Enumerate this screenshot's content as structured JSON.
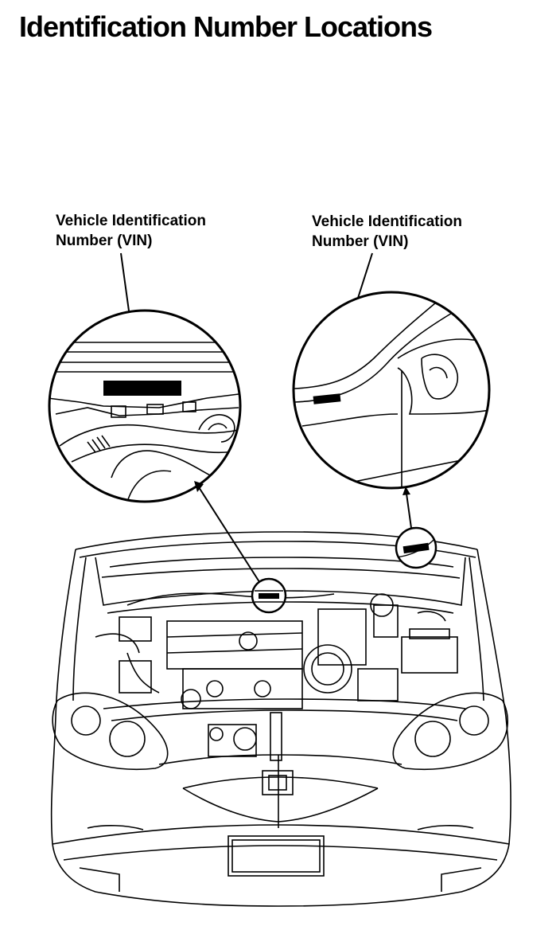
{
  "page": {
    "title": "Identification Number Locations"
  },
  "callouts": [
    {
      "line1": "Vehicle Identification",
      "line2": "Number (VIN)"
    },
    {
      "line1": "Vehicle Identification",
      "line2": "Number (VIN)"
    }
  ]
}
